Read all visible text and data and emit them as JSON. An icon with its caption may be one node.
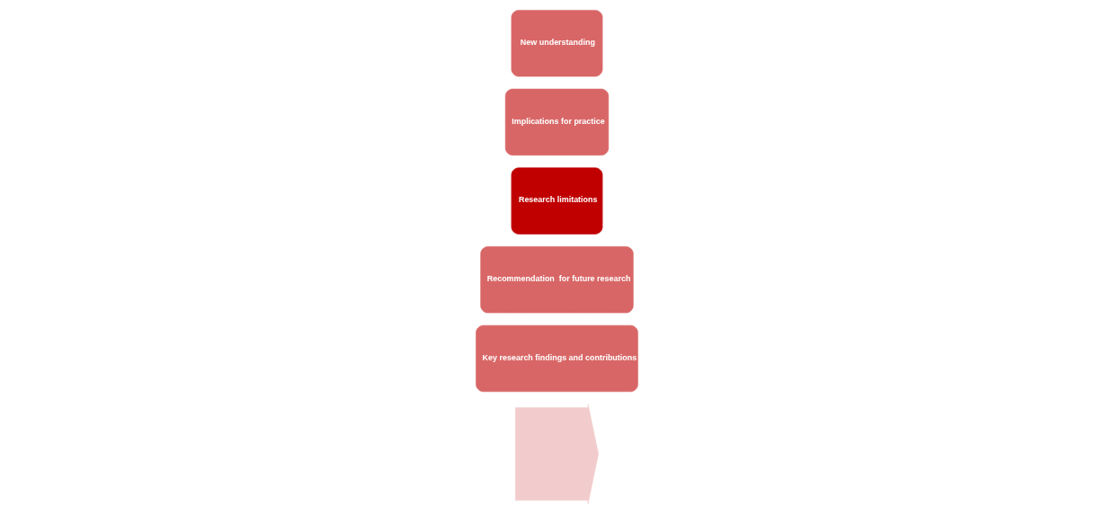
{
  "diagram": {
    "nodes": [
      {
        "text": [],
        "shape": "arrow"
      },
      {
        "text": [
          "Key research findings and contributions"
        ]
      },
      {
        "text": [
          "Recommendation  for future research"
        ]
      },
      {
        "text": [
          "Research limitations"
        ]
      },
      {
        "text": [
          "Implications for practice"
        ]
      },
      {
        "text": [
          "New understanding"
        ]
      }
    ]
  }
}
